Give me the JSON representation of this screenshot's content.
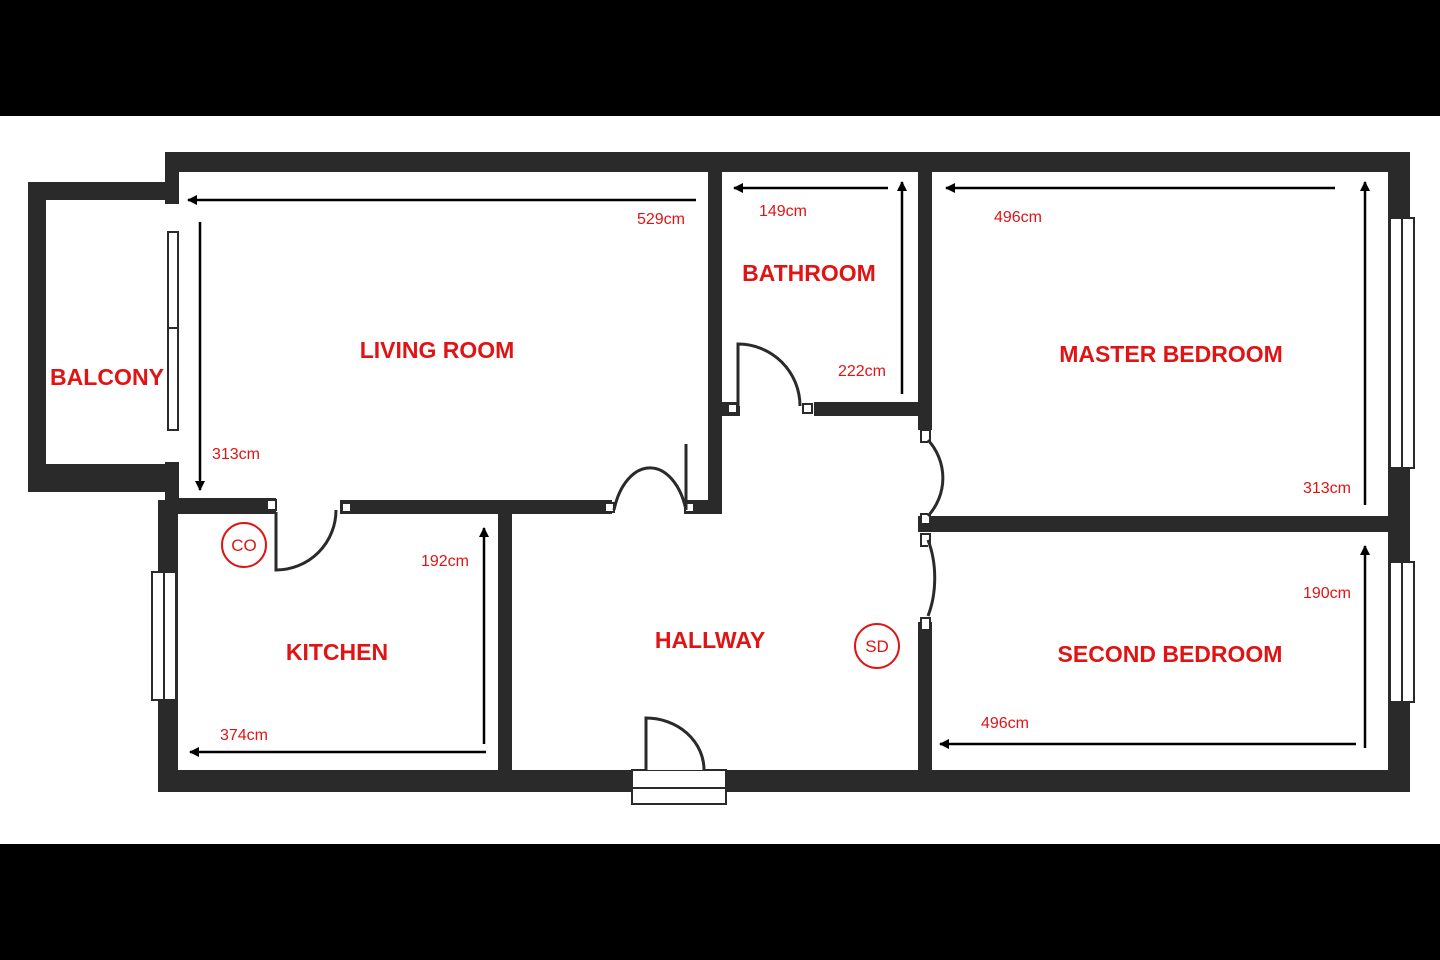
{
  "colors": {
    "page_bg": "#000000",
    "sheet": "#ffffff",
    "wall": "#2a2a2a",
    "label": "#e01414",
    "arrow": "#000000"
  },
  "rooms": {
    "balcony": "BALCONY",
    "living_room": "LIVING ROOM",
    "bathroom": "BATHROOM",
    "master_bedroom": "MASTER BEDROOM",
    "kitchen": "KITCHEN",
    "hallway": "HALLWAY",
    "second_bedroom": "SECOND BEDROOM"
  },
  "dimensions": {
    "living_width": "529cm",
    "living_depth": "313cm",
    "bathroom_width": "149cm",
    "bathroom_depth": "222cm",
    "master_width": "496cm",
    "master_depth": "313cm",
    "kitchen_depth": "192cm",
    "kitchen_width": "374cm",
    "second_depth": "190cm",
    "second_width": "496cm"
  },
  "badges": {
    "co": "CO",
    "sd": "SD"
  }
}
